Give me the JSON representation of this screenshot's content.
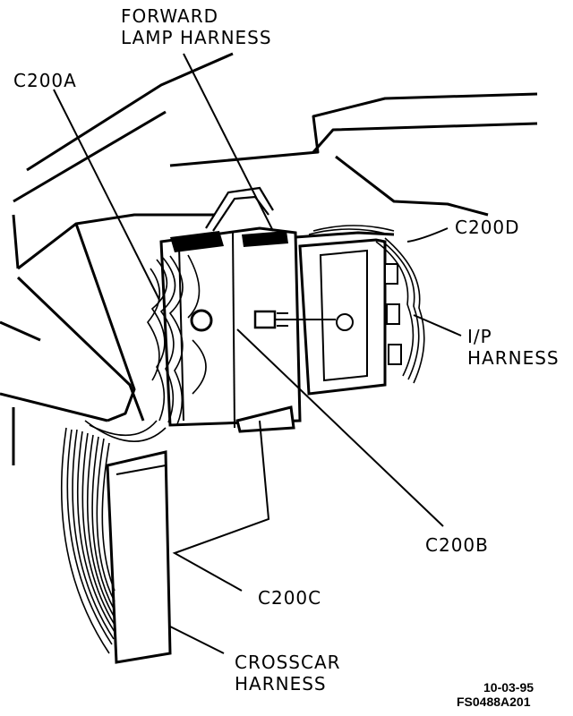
{
  "labels": {
    "forward_lamp_harness": [
      "FORWARD",
      "LAMP HARNESS"
    ],
    "c200a": "C200A",
    "c200d": "C200D",
    "ip_harness": [
      "I/P",
      "HARNESS"
    ],
    "c200b": "C200B",
    "c200c": "C200C",
    "crosscar_harness": [
      "CROSSCAR",
      "HARNESS"
    ]
  },
  "footer": {
    "date": "10-03-95",
    "figure_code": "FS0488A201"
  }
}
